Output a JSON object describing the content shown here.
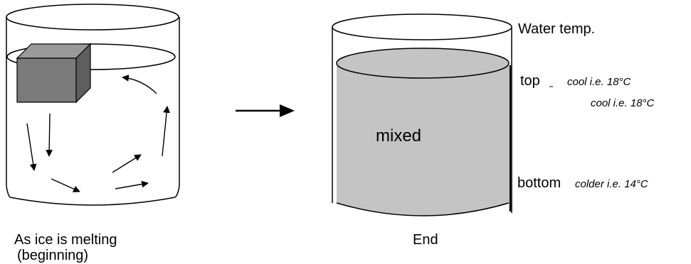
{
  "left_beaker": {
    "caption_line1": "As ice is melting",
    "caption_line2": "(beginning)"
  },
  "right_beaker": {
    "caption": "End",
    "center_label": "mixed",
    "header": "Water temp.",
    "top_label": "top",
    "top_value": "cool i.e. 18°C",
    "top_value_2": "cool i.e. 18°C",
    "bottom_label": "bottom",
    "bottom_value": "colder  i.e. 14°C"
  },
  "colors": {
    "ice_front": "#7a7a7a",
    "ice_top": "#9a9a9a",
    "ice_side": "#5e5e5e",
    "mixed_water": "#c4c4c4",
    "outline": "#000000"
  }
}
